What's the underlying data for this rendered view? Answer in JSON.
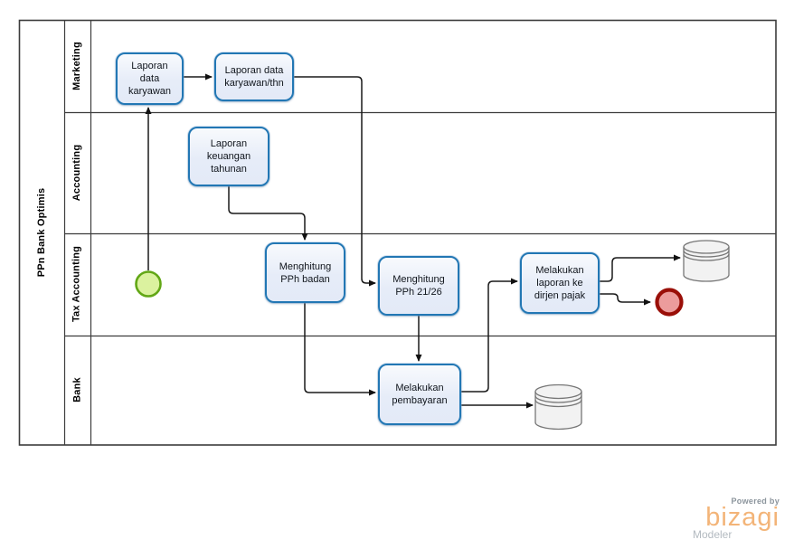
{
  "pool": {
    "title": "PPn Bank Optimis",
    "lanes": [
      "Marketing",
      "Accounting",
      "Tax Accounting",
      "Bank"
    ]
  },
  "tasks": [
    {
      "id": "laporan-data-karyawan",
      "label": "Laporan\ndata\nkaryawan"
    },
    {
      "id": "laporan-data-karyawan-thn",
      "label": "Laporan data\nkaryawan/thn"
    },
    {
      "id": "laporan-keuangan-tahunan",
      "label": "Laporan\nkeuangan\ntahunan"
    },
    {
      "id": "menghitung-pph-badan",
      "label": "Menghitung\nPPh badan"
    },
    {
      "id": "menghitung-pph-21-26",
      "label": "Menghitung\nPPh 21/26"
    },
    {
      "id": "melakukan-laporan-ke-dirjen-pajak",
      "label": "Melakukan\nlaporan ke\ndirjen pajak"
    },
    {
      "id": "melakukan-pembayaran",
      "label": "Melakukan\npembayaran"
    }
  ],
  "events": [
    {
      "type": "start",
      "shape": "circle"
    },
    {
      "type": "end",
      "shape": "circle"
    }
  ],
  "data_stores": [
    {
      "lane": "Tax Accounting"
    },
    {
      "lane": "Bank"
    }
  ],
  "colors": {
    "task_border": "#2277B4",
    "task_fill": "#E7EDF8",
    "start_event_border": "#62A716",
    "start_event_fill": "#DBF29F",
    "end_event_border": "#9A0F08",
    "end_event_fill": "#EC9C9C",
    "data_store_border": "#767676",
    "data_store_fill": "#F2F2F2",
    "flow_line": "#1A1A1A",
    "brand_orange": "#F3B478"
  },
  "branding": {
    "powered_by": "Powered by",
    "brand": "bizagi",
    "product": "Modeler"
  }
}
